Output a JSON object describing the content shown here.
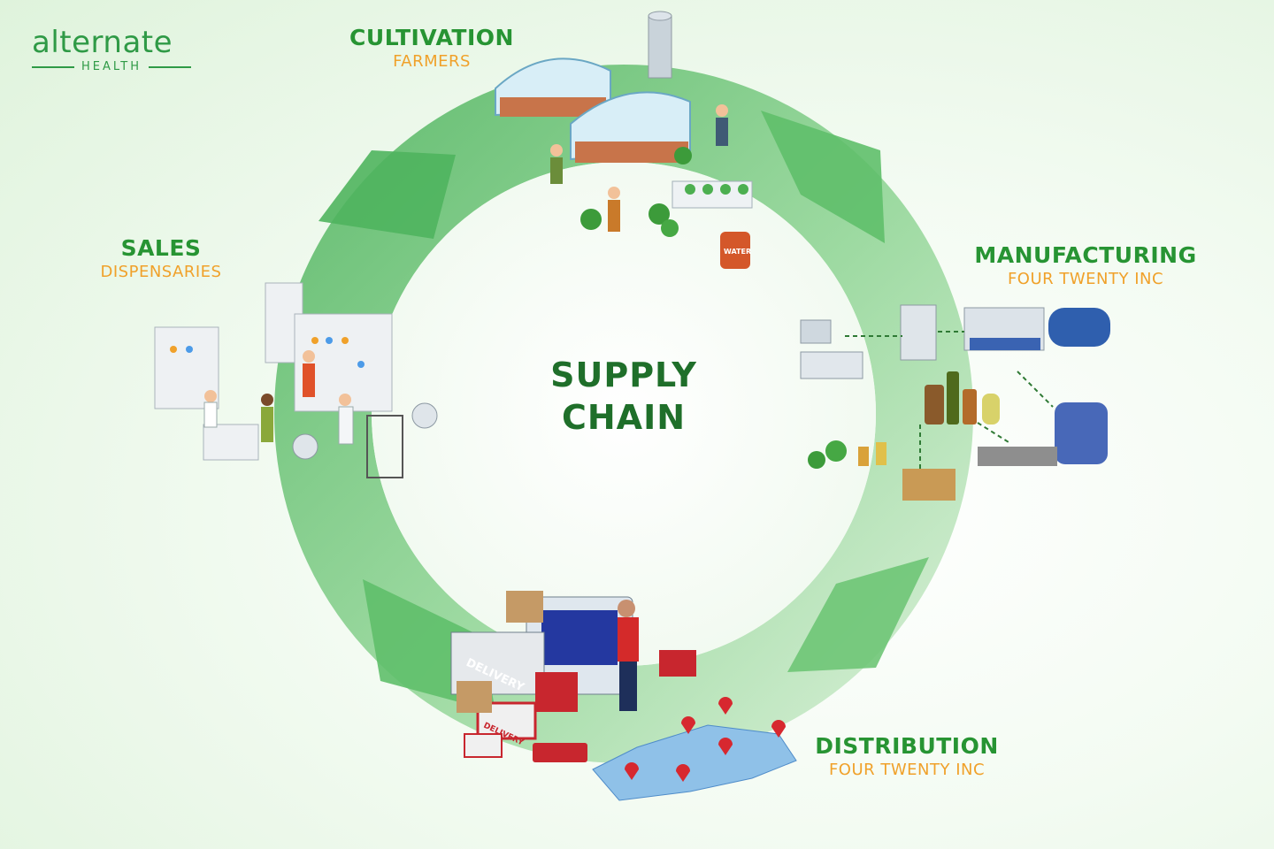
{
  "logo": {
    "main": "alternate",
    "sub": "HEALTH"
  },
  "center": {
    "line1": "SUPPLY",
    "line2": "CHAIN"
  },
  "stages": {
    "cultivation": {
      "title": "CULTIVATION",
      "subtitle": "FARMERS"
    },
    "manufacturing": {
      "title": "MANUFACTURING",
      "subtitle": "FOUR TWENTY INC"
    },
    "distribution": {
      "title": "DISTRIBUTION",
      "subtitle": "FOUR TWENTY INC"
    },
    "sales": {
      "title": "SALES",
      "subtitle": "DISPENSARIES"
    }
  },
  "illustration_text": {
    "delivery_truck": "DELIVERY",
    "delivery_van": "DELIVERY",
    "water_barrel": "WATER"
  },
  "colors": {
    "ring": "#5fbf6a",
    "title_green": "#279433",
    "subtitle_orange": "#f0a12a",
    "center_text": "#1f6f2a"
  }
}
